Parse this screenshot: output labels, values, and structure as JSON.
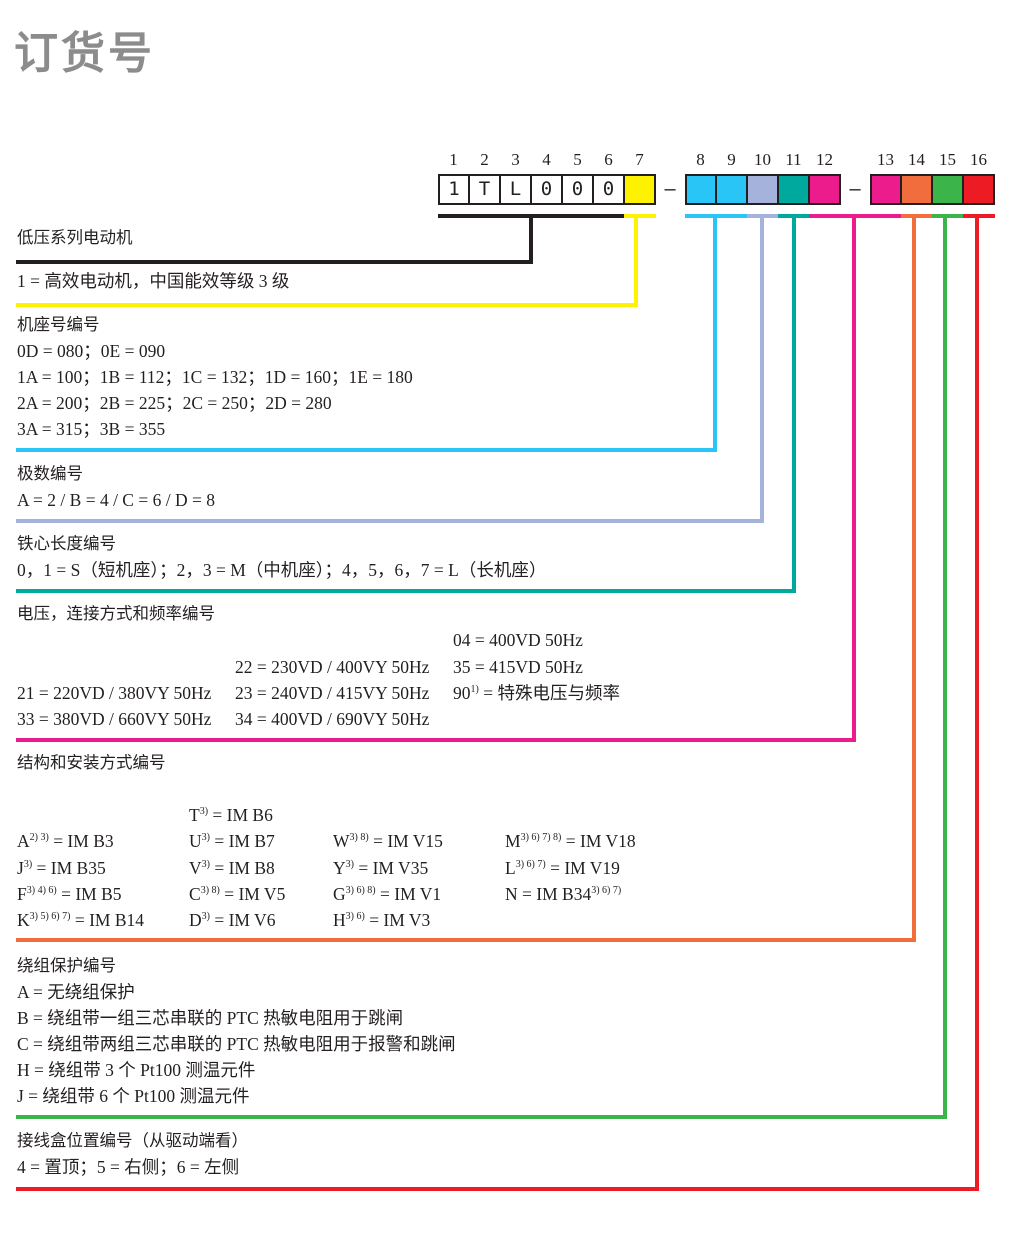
{
  "title": "订货号",
  "positions": [
    "1",
    "2",
    "3",
    "4",
    "5",
    "6",
    "7",
    "8",
    "9",
    "10",
    "11",
    "12",
    "13",
    "14",
    "15",
    "16"
  ],
  "fixed_chars": [
    "1",
    "T",
    "L",
    "0",
    "0",
    "0"
  ],
  "separator": "–",
  "colors": {
    "pos7": "#fff200",
    "pos8": "#29c5f6",
    "pos9": "#29c5f6",
    "pos10": "#a5b3dc",
    "pos11": "#00a99d",
    "pos12": "#ec1c8c",
    "pos13": "#ec1c8c",
    "pos14": "#f26d3d",
    "pos15": "#3bb44a",
    "pos16": "#ed1c24",
    "black": "#231f20",
    "title_gray": "#8c8c8c"
  },
  "sections": {
    "series": {
      "title": "低压系列电动机"
    },
    "efficiency": {
      "text": "1 = 高效电动机，中国能效等级 3 级"
    },
    "frame": {
      "title": "机座号编号",
      "lines": [
        "0D = 080；0E = 090",
        "1A = 100；1B = 112；1C = 132；1D = 160；1E = 180",
        "2A = 200；2B = 225；2C = 250；2D = 280",
        "3A = 315；3B = 355"
      ]
    },
    "poles": {
      "title": "极数编号",
      "line": "A = 2 / B = 4 / C = 6 / D = 8"
    },
    "core": {
      "title": "铁心长度编号",
      "line": "0，1 = S（短机座）；2，3 = M（中机座）；4，5，6，7 = L（长机座）"
    },
    "voltage": {
      "title": "电压，连接方式和频率编号",
      "col1": [
        "21 = 220VD / 380VY 50Hz",
        "33 = 380VD / 660VY 50Hz"
      ],
      "col2": [
        "22 = 230VD / 400VY 50Hz",
        "23 = 240VD / 415VY 50Hz",
        "34 = 400VD / 690VY 50Hz"
      ],
      "col3": [
        "04 = 400VD 50Hz",
        "35 = 415VD 50Hz"
      ],
      "col3_special": {
        "code": "90",
        "note": "1)",
        "text": " = 特殊电压与频率"
      }
    },
    "mounting": {
      "title": "结构和安装方式编号",
      "items": [
        {
          "code": "A",
          "notes": "2) 3)",
          "value": " = IM B3"
        },
        {
          "code": "J",
          "notes": "3)",
          "value": " = IM B35"
        },
        {
          "code": "F",
          "notes": "3) 4) 6)",
          "value": " = IM B5"
        },
        {
          "code": "K",
          "notes": "3) 5) 6) 7)",
          "value": " = IM B14"
        },
        {
          "code": "T",
          "notes": "3)",
          "value": " = IM B6"
        },
        {
          "code": "U",
          "notes": "3)",
          "value": " = IM B7"
        },
        {
          "code": "V",
          "notes": "3)",
          "value": " = IM B8"
        },
        {
          "code": "C",
          "notes": "3) 8)",
          "value": " = IM V5"
        },
        {
          "code": "D",
          "notes": "3)",
          "value": " = IM V6"
        },
        {
          "code": "W",
          "notes": "3) 8)",
          "value": " = IM V15"
        },
        {
          "code": "Y",
          "notes": "3)",
          "value": " = IM V35"
        },
        {
          "code": "G",
          "notes": "3) 6) 8)",
          "value": " = IM V1"
        },
        {
          "code": "H",
          "notes": "3) 6)",
          "value": " = IM V3"
        },
        {
          "code": "M",
          "notes": "3) 6) 7) 8)",
          "value": " = IM V18"
        },
        {
          "code": "L",
          "notes": "3) 6) 7)",
          "value": " = IM V19"
        },
        {
          "code": "N = IM B34",
          "notes": "3) 6) 7)",
          "value": ""
        }
      ]
    },
    "winding": {
      "title": "绕组保护编号",
      "lines": [
        "A = 无绕组保护",
        "B = 绕组带一组三芯串联的 PTC 热敏电阻用于跳闸",
        "C = 绕组带两组三芯串联的 PTC 热敏电阻用于报警和跳闸",
        "H = 绕组带 3 个 Pt100 测温元件",
        "J  = 绕组带 6 个 Pt100 测温元件"
      ]
    },
    "terminal": {
      "title": "接线盒位置编号（从驱动端看）",
      "line": "4 = 置顶；5 = 右侧；6 = 左侧"
    }
  }
}
